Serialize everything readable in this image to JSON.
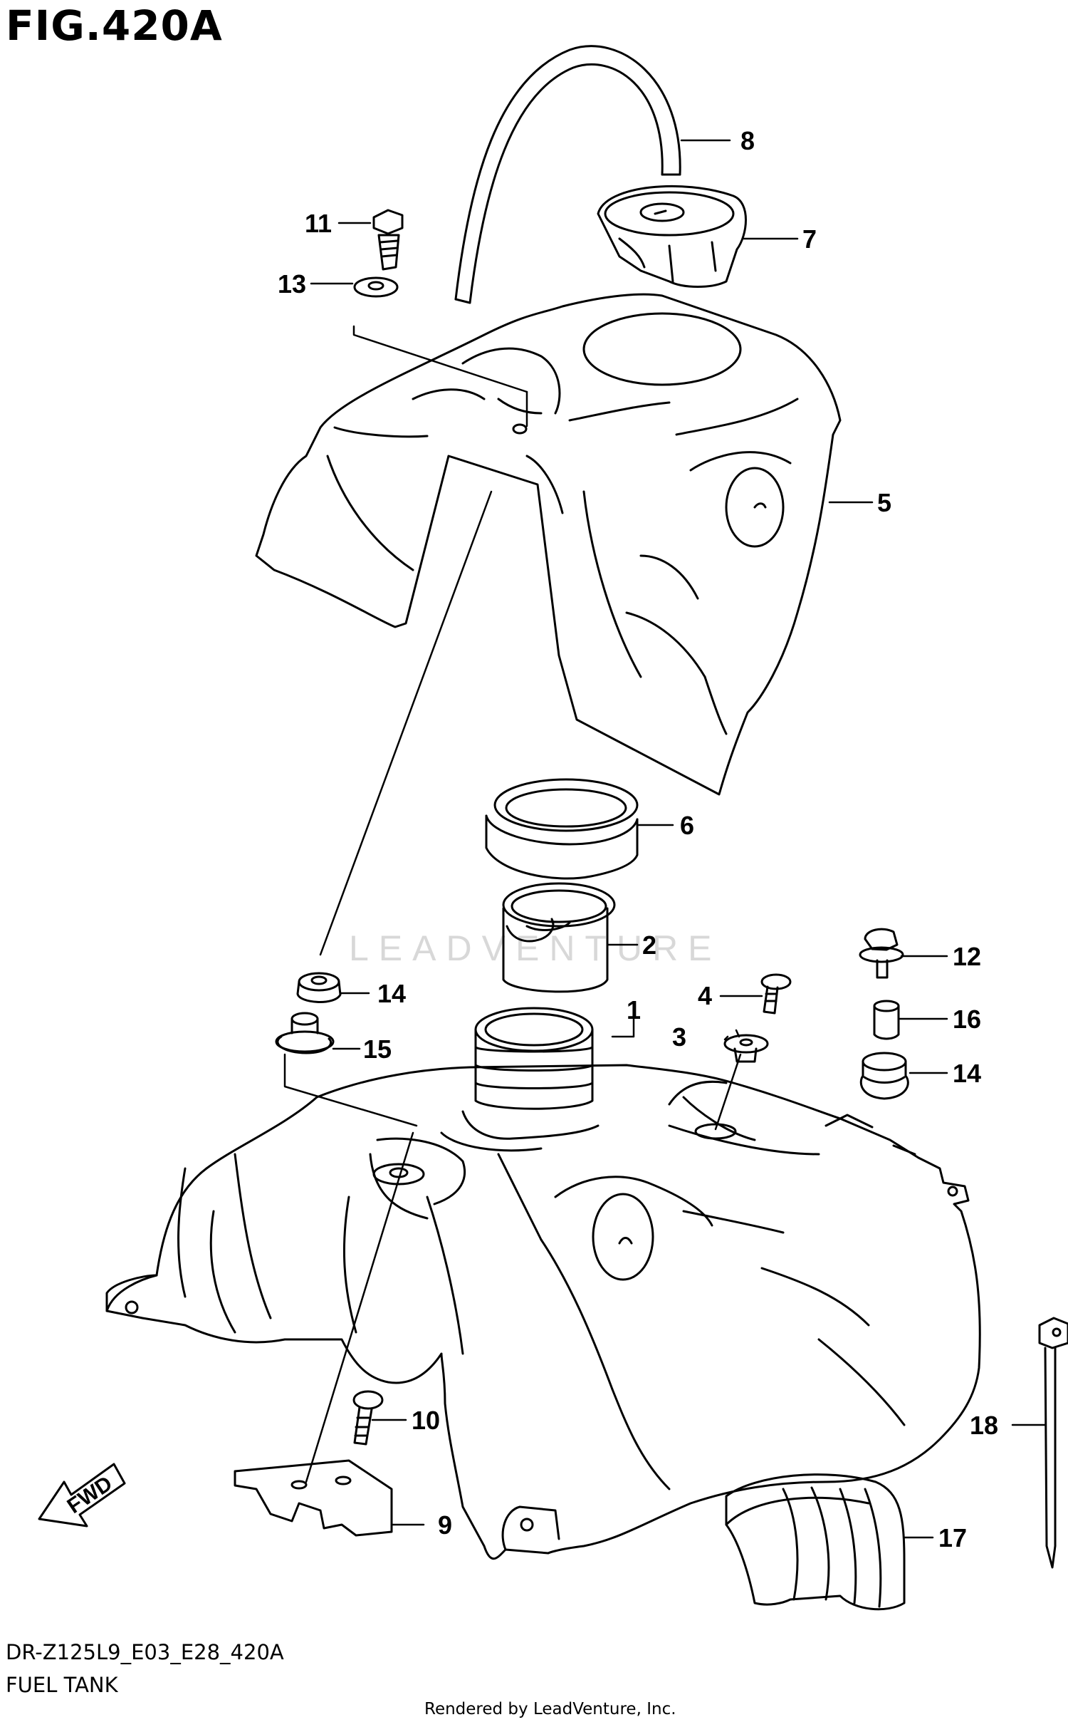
{
  "figure": {
    "title": "FIG.420A",
    "model_code": "DR-Z125L9_E03_E28_420A",
    "name": "FUEL TANK",
    "credit": "Rendered by LeadVenture, Inc.",
    "watermark": "LEADVENTURE",
    "direction_label": "FWD"
  },
  "callouts": [
    {
      "id": "part-1",
      "number": "1"
    },
    {
      "id": "part-2",
      "number": "2"
    },
    {
      "id": "part-3",
      "number": "3"
    },
    {
      "id": "part-4",
      "number": "4"
    },
    {
      "id": "part-5",
      "number": "5"
    },
    {
      "id": "part-6",
      "number": "6"
    },
    {
      "id": "part-7",
      "number": "7"
    },
    {
      "id": "part-8",
      "number": "8"
    },
    {
      "id": "part-9",
      "number": "9"
    },
    {
      "id": "part-10",
      "number": "10"
    },
    {
      "id": "part-11",
      "number": "11"
    },
    {
      "id": "part-12",
      "number": "12"
    },
    {
      "id": "part-13",
      "number": "13"
    },
    {
      "id": "part-14a",
      "number": "14"
    },
    {
      "id": "part-14b",
      "number": "14"
    },
    {
      "id": "part-15",
      "number": "15"
    },
    {
      "id": "part-16",
      "number": "16"
    },
    {
      "id": "part-17",
      "number": "17"
    },
    {
      "id": "part-18",
      "number": "18"
    }
  ]
}
